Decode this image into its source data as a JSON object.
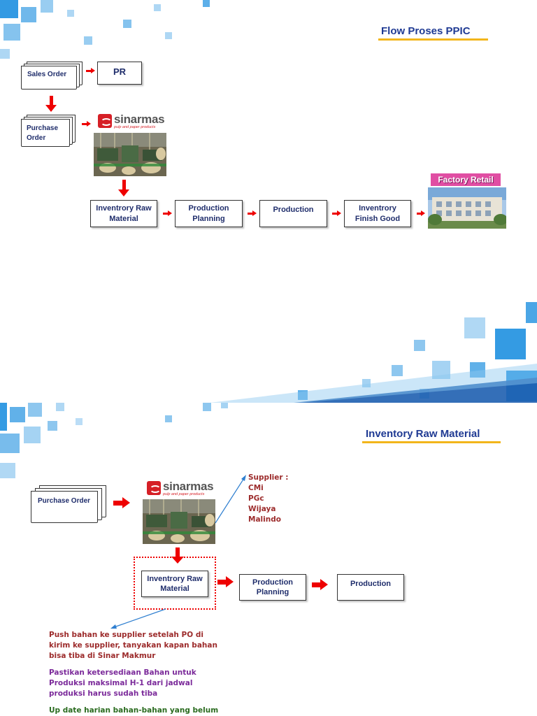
{
  "slide1": {
    "title": "Flow Proses PPIC",
    "sales_order": "Sales Order",
    "pr": "PR",
    "purchase_order": "Purchase\nOrder",
    "logo_name": "sinarmas",
    "logo_sub": "pulp and paper products",
    "steps": [
      "Inventrory Raw\nMaterial",
      "Production\nPlanning",
      "Production",
      "Inventrory\nFinish Good"
    ],
    "factory_retail": "Factory Retail"
  },
  "slide2": {
    "title": "Inventory Raw Material",
    "purchase_order": "Purchase Order",
    "logo_name": "sinarmas",
    "logo_sub": "pulp and paper products",
    "supplier_label": "Supplier :",
    "suppliers": [
      "CMi",
      "PGc",
      "Wijaya",
      "Malindo"
    ],
    "steps": [
      "Inventrory Raw\nMaterial",
      "Production\nPlanning",
      "Production"
    ],
    "notes": [
      "Push bahan ke supplier setelah PO di\nkirim ke supplier, tanyakan  kapan bahan\nbisa tiba di Sinar Makmur",
      "Pastikan ketersediaan Bahan untuk\nProduksi maksimal H-1 dari jadwal\nproduksi harus sudah tiba",
      "Up date harian bahan-bahan yang belum"
    ]
  },
  "colors": {
    "title_blue": "#1f3a93",
    "title_underline": "#f2b51b",
    "arrow_red": "#e00000",
    "note_red": "#9c2b2b",
    "note_purple": "#7b2a9a",
    "note_green": "#2a6b1f",
    "deco_blue": "#1e90e0"
  }
}
